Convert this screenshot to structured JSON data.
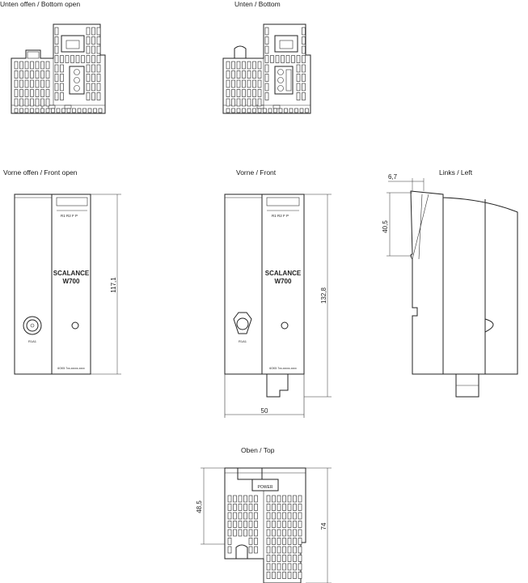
{
  "views": {
    "bottom_open_title": "Unten offen / Bottom open",
    "bottom_title": "Unten / Bottom",
    "front_open_title": "Vorne offen / Front open",
    "front_title": "Vorne / Front",
    "left_title": "Links     / Left",
    "top_title": "Oben / Top"
  },
  "device": {
    "brand_line1": "SCALANCE",
    "brand_line2": "W700",
    "antenna_label": "R1A1",
    "order_number": "6GK5 7xx-xxxxx-xxxx",
    "led_labels": "R1 R2 F P",
    "top_connector_label": "POWER"
  },
  "dimensions": {
    "front_open_height": "117,1",
    "front_height": "132,8",
    "front_width": "50",
    "left_offset": "6,7",
    "left_height": "40,5",
    "top_depth_inner": "48,5",
    "top_depth": "74"
  }
}
